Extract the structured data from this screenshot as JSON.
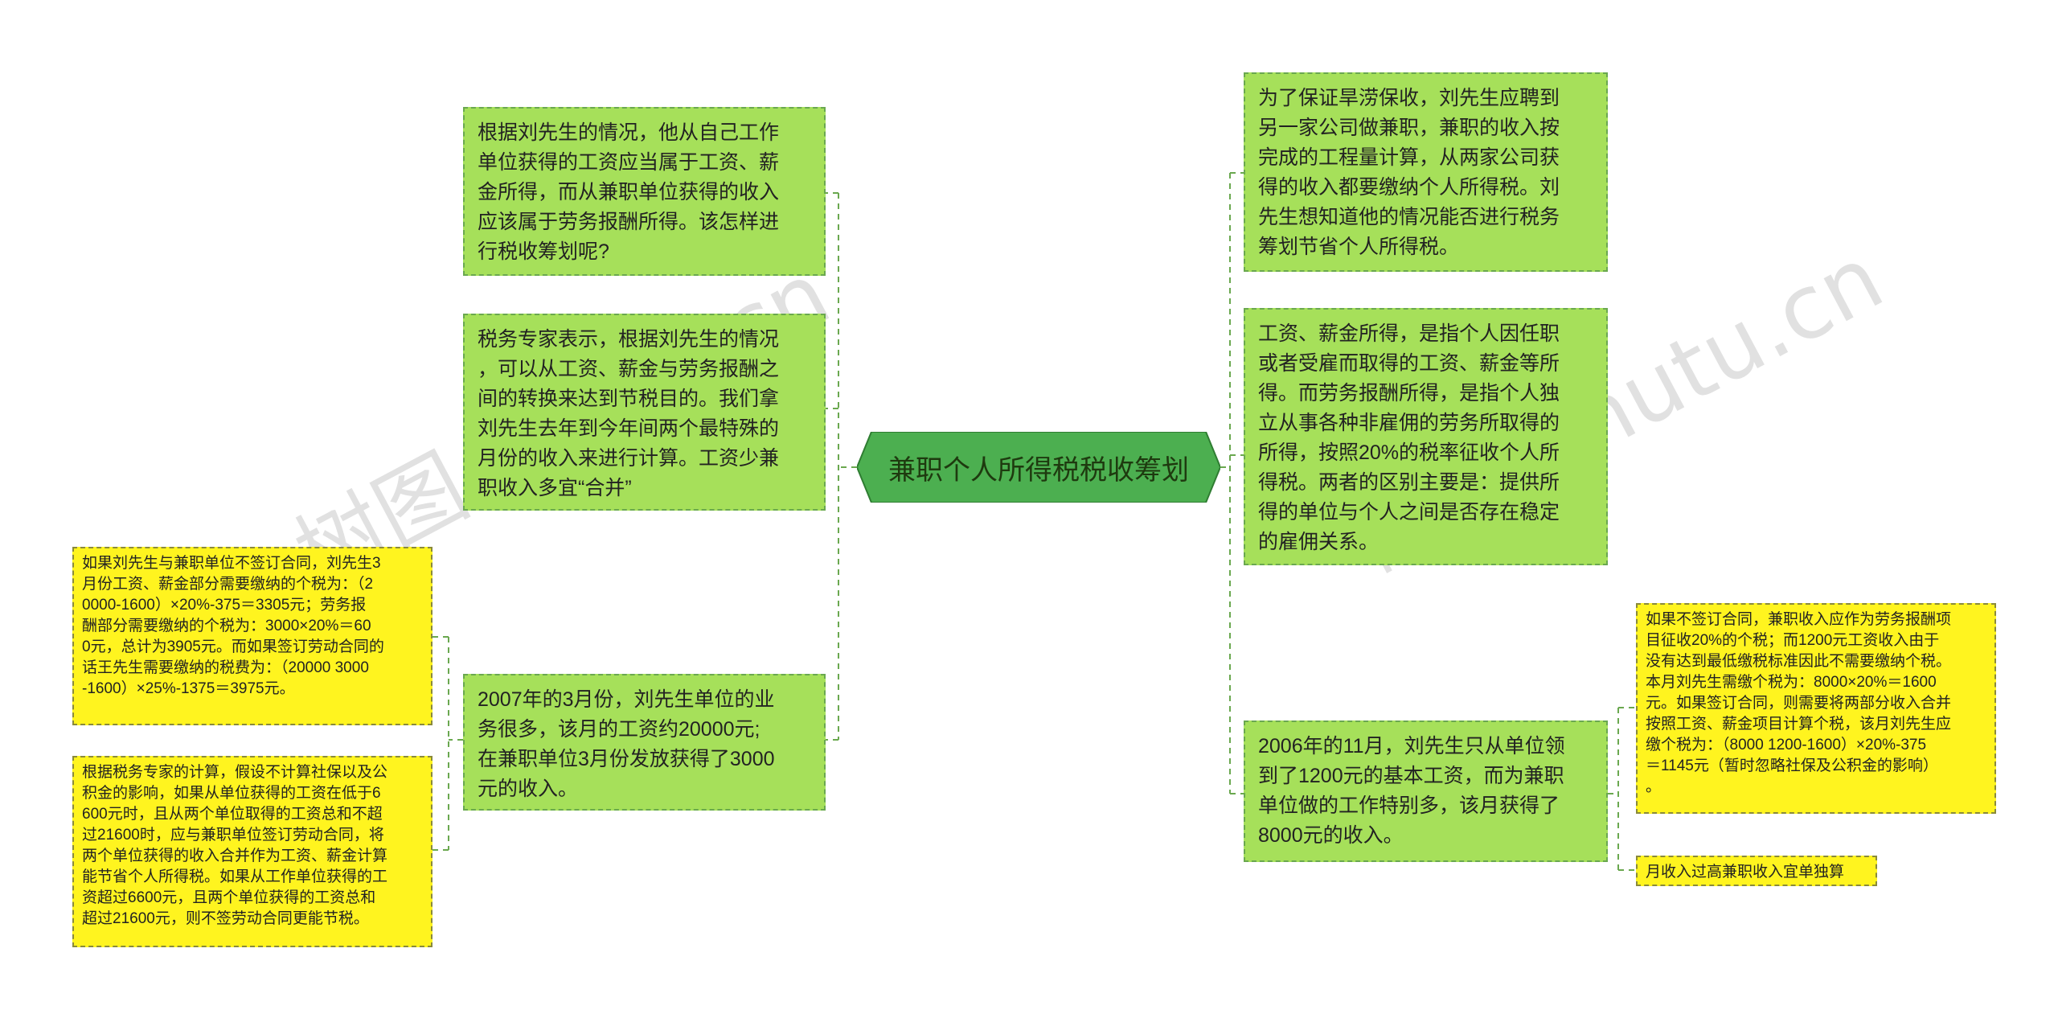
{
  "root": {
    "label": "兼职个人所得税税收筹划"
  },
  "left_nodes": [
    {
      "text": "根据刘先生的情况，他从自己工作\n单位获得的工资应当属于工资、薪\n金所得，而从兼职单位获得的收入\n应该属于劳务报酬所得。该怎样进\n行税收筹划呢?"
    },
    {
      "text": "税务专家表示，根据刘先生的情况\n，可以从工资、薪金与劳务报酬之\n间的转换来达到节税目的。我们拿\n刘先生去年到今年间两个最特殊的\n月份的收入来进行计算。工资少兼\n职收入多宜“合并”"
    },
    {
      "text": "2007年的3月份，刘先生单位的业\n务很多，该月的工资约20000元;\n在兼职单位3月份发放获得了3000\n元的收入。"
    }
  ],
  "left_sub_nodes": [
    {
      "text": "如果刘先生与兼职单位不签订合同，刘先生3\n月份工资、薪金部分需要缴纳的个税为：（2\n0000-1600）×20%-375＝3305元；劳务报\n酬部分需要缴纳的个税为：3000×20%＝60\n0元，总计为3905元。而如果签订劳动合同的\n话王先生需要缴纳的税费为：（20000 3000\n-1600）×25%-1375＝3975元。"
    },
    {
      "text": "根据税务专家的计算，假设不计算社保以及公\n积金的影响，如果从单位获得的工资在低于6\n600元时，且从两个单位取得的工资总和不超\n过21600时，应与兼职单位签订劳动合同，将\n两个单位获得的收入合并作为工资、薪金计算\n能节省个人所得税。如果从工作单位获得的工\n资超过6600元，且两个单位获得的工资总和\n超过21600元，则不签劳动合同更能节税。"
    }
  ],
  "right_nodes": [
    {
      "text": "为了保证旱涝保收，刘先生应聘到\n另一家公司做兼职，兼职的收入按\n完成的工程量计算，从两家公司获\n得的收入都要缴纳个人所得税。刘\n先生想知道他的情况能否进行税务\n筹划节省个人所得税。"
    },
    {
      "text": "工资、薪金所得，是指个人因任职\n或者受雇而取得的工资、薪金等所\n得。而劳务报酬所得，是指个人独\n立从事各种非雇佣的劳务所取得的\n所得，按照20%的税率征收个人所\n得税。两者的区别主要是：提供所\n得的单位与个人之间是否存在稳定\n的雇佣关系。"
    },
    {
      "text": "2006年的11月，刘先生只从单位领\n到了1200元的基本工资，而为兼职\n单位做的工作特别多，该月获得了\n8000元的收入。"
    }
  ],
  "right_sub_nodes": [
    {
      "text": "如果不签订合同，兼职收入应作为劳务报酬项\n目征收20%的个税；而1200元工资收入由于\n没有达到最低缴税标准因此不需要缴纳个税。\n本月刘先生需缴个税为：8000×20%＝1600\n元。如果签订合同，则需要将两部分收入合并\n按照工资、薪金项目计算个税，该月刘先生应\n缴个税为：（8000 1200-1600）×20%-375\n＝1145元（暂时忽略社保及公积金的影响）\n。"
    },
    {
      "text": "月收入过高兼职收入宜单独算"
    }
  ],
  "colors": {
    "root_fill": "#4caf50",
    "green_node": "#a6e05a",
    "yellow_node": "#fff41f",
    "connector": "#6aa84f"
  }
}
